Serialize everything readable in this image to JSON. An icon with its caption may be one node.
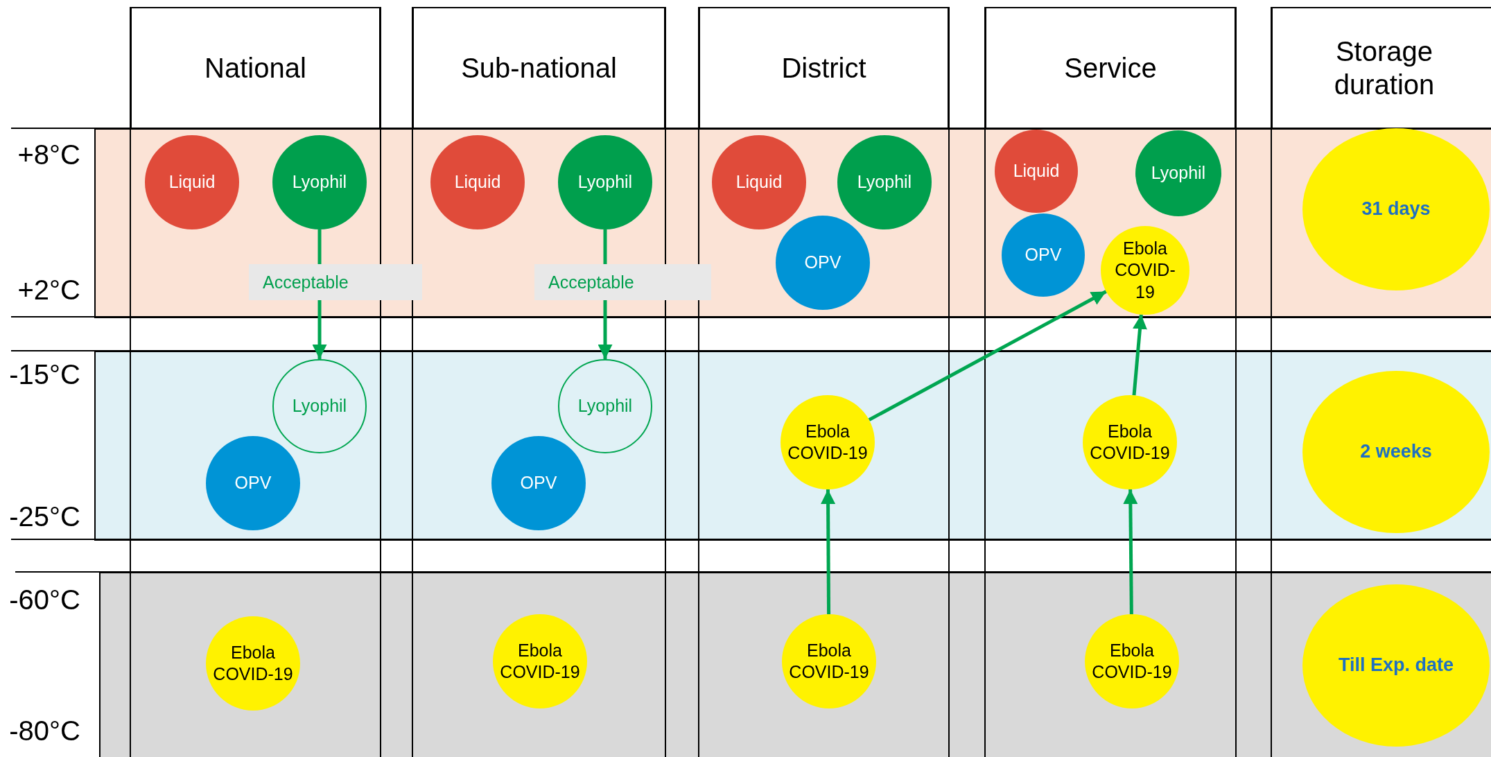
{
  "diagram": {
    "nodes": [
      {
        "text": [
          "National"
        ]
      },
      {
        "text": [
          "Sub-national"
        ]
      },
      {
        "text": [
          "District"
        ]
      },
      {
        "text": [
          "Service"
        ]
      },
      {
        "text": [
          "Storage duration"
        ]
      },
      {
        "text": [
          "Liquid"
        ]
      },
      {
        "text": [
          "Lyophil"
        ]
      },
      {
        "text": [
          "Lyophil"
        ]
      },
      {
        "text": [
          "OPV"
        ]
      },
      {
        "text": [
          "Ebola COVID-19"
        ]
      },
      {
        "text": [
          "Liquid"
        ]
      },
      {
        "text": [
          "Lyophil"
        ]
      },
      {
        "text": [
          "Lyophil"
        ]
      },
      {
        "text": [
          "OPV"
        ]
      },
      {
        "text": [
          "Ebola COVID-19"
        ]
      },
      {
        "text": [
          "Liquid"
        ]
      },
      {
        "text": [
          "Lyophil"
        ]
      },
      {
        "text": [
          "OPV"
        ]
      },
      {
        "text": [
          "Ebola COVID-19"
        ]
      },
      {
        "text": [
          "Ebola COVID-19"
        ]
      },
      {
        "text": [
          "Liquid"
        ]
      },
      {
        "text": [
          "Lyophil"
        ]
      },
      {
        "text": [
          "OPV"
        ]
      },
      {
        "text": [
          "Ebola COVID-19"
        ]
      },
      {
        "text": [
          "Ebola COVID-19"
        ]
      },
      {
        "text": [
          "Ebola COVID-19"
        ]
      },
      {
        "text": [
          "31 days"
        ]
      },
      {
        "text": [
          "2 weeks"
        ]
      },
      {
        "text": [
          "Till Exp. date"
        ]
      }
    ],
    "edges": [
      {
        "from": 6,
        "to": 7,
        "arrow": "to",
        "label": "Acceptable"
      },
      {
        "from": 11,
        "to": 12,
        "arrow": "to",
        "label": "Acceptable"
      },
      {
        "from": 19,
        "to": 18,
        "arrow": "to"
      },
      {
        "from": 18,
        "to": 23,
        "arrow": "to"
      },
      {
        "from": 25,
        "to": 24,
        "arrow": "to"
      },
      {
        "from": 24,
        "to": 23,
        "arrow": "to"
      }
    ],
    "labels": [
      "+8°C",
      "+2°C",
      "-15°C",
      "-25°C",
      "-60°C",
      "-80°C"
    ]
  }
}
